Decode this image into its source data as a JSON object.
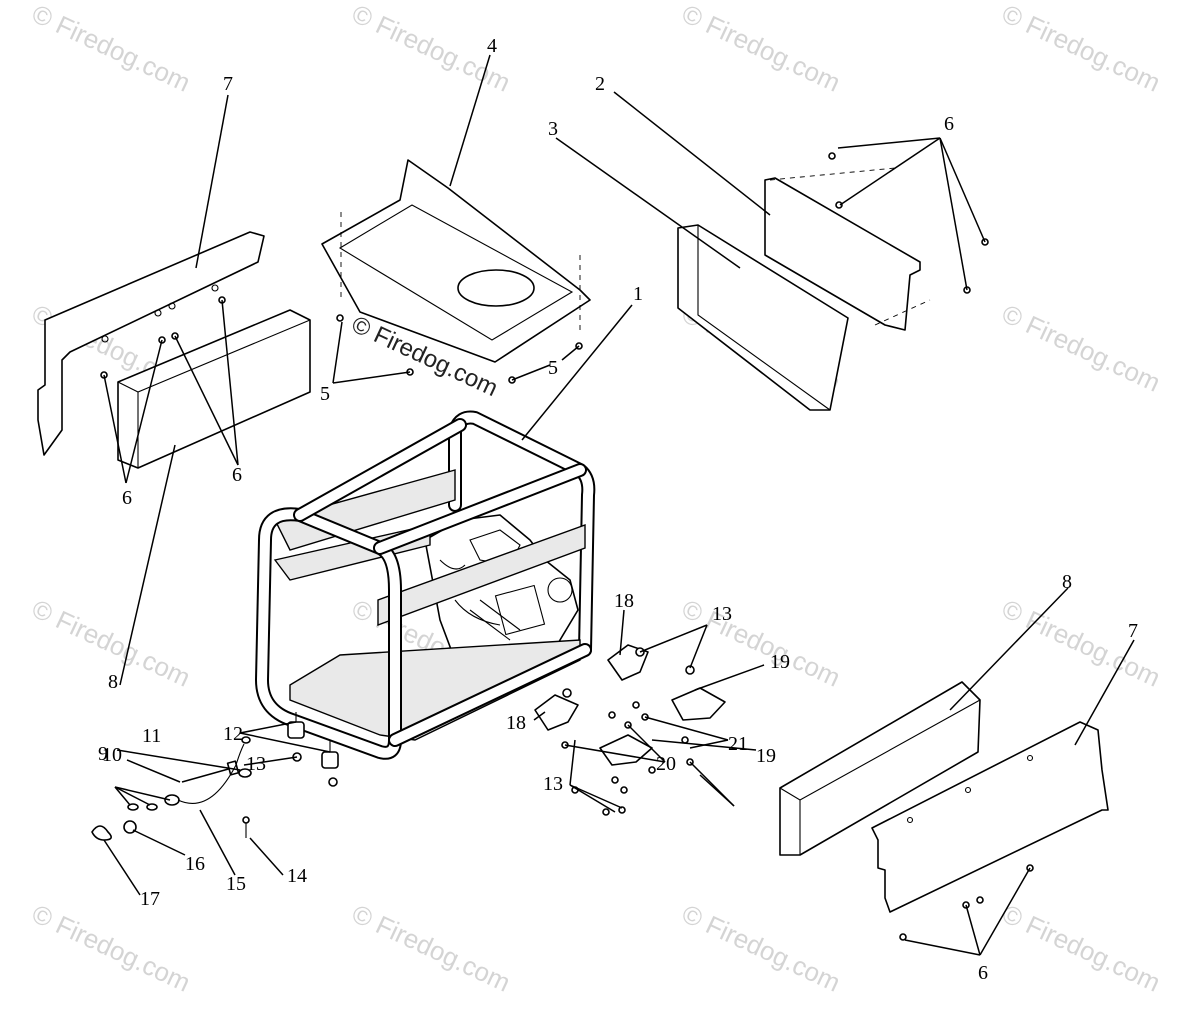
{
  "watermark": {
    "text": "© Firedog.com"
  },
  "callouts": {
    "c1": "1",
    "c2": "2",
    "c3": "3",
    "c4": "4",
    "c5a": "5",
    "c5b": "5",
    "c6a": "6",
    "c6b": "6",
    "c6c": "6",
    "c6d": "6",
    "c7a": "7",
    "c7b": "7",
    "c8a": "8",
    "c8b": "8",
    "c9": "9",
    "c10": "10",
    "c11": "11",
    "c12": "12",
    "c13a": "13",
    "c13b": "13",
    "c13c": "13",
    "c14": "14",
    "c15": "15",
    "c16": "16",
    "c17": "17",
    "c18a": "18",
    "c18b": "18",
    "c19a": "19",
    "c19b": "19",
    "c20": "20",
    "c21": "21"
  }
}
